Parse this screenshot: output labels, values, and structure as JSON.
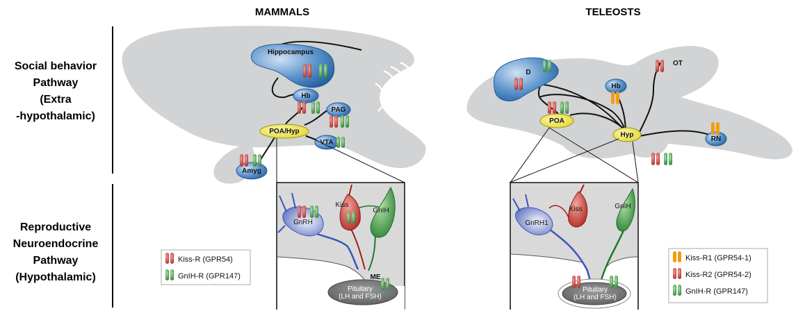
{
  "headers": {
    "left": "MAMMALS",
    "right": "TELEOSTS"
  },
  "side_labels": {
    "social": [
      "Social behavior",
      "Pathway",
      "(Extra",
      "-hypothalamic)"
    ],
    "repro": [
      "Reproductive",
      "Neuroendocrine",
      "Pathway",
      "(Hypothalamic)"
    ]
  },
  "mammal": {
    "regions": {
      "hippocampus": "Hippocampus",
      "hb": "Hb",
      "pag": "PAG",
      "poa_hyp": "POA/Hyp",
      "vta": "VTA",
      "amyg": "Amyg"
    },
    "inset": {
      "gnrh": "GnRH",
      "kiss": "Kiss",
      "gnih": "GnIH",
      "me": "ME",
      "pituitary_1": "Pituitary",
      "pituitary_2": "(LH and FSH)"
    }
  },
  "teleost": {
    "regions": {
      "d": "D",
      "ot": "OT",
      "hb": "Hb",
      "poa": "POA",
      "hyp": "Hyp",
      "rn": "RN"
    },
    "inset": {
      "gnrh": "GnRH1",
      "kiss": "Kiss",
      "gnih": "GnIH",
      "pituitary_1": "Pituitary",
      "pituitary_2": "(LH and FSH)"
    }
  },
  "legend_mammal": [
    {
      "label": "Kiss-R (GPR54)",
      "color": "#c0281f"
    },
    {
      "label": "GnIH-R (GPR147)",
      "color": "#2e9a3a"
    }
  ],
  "legend_teleost": [
    {
      "label": "Kiss-R1 (GPR54-1)",
      "color": "#f39c12"
    },
    {
      "label": "Kiss-R2 (GPR54-2)",
      "color": "#c0281f"
    },
    {
      "label": "GnIH-R (GPR147)",
      "color": "#2e9a3a"
    }
  ],
  "colors": {
    "brain": "#d2d3d4",
    "blue_region": "#3a78b8",
    "yellow_region": "#ece23a",
    "kiss_r": "#c0281f",
    "kiss_r1": "#f39c12",
    "gnih_r": "#2e9a3a",
    "pituitary": "#6d6e70"
  }
}
